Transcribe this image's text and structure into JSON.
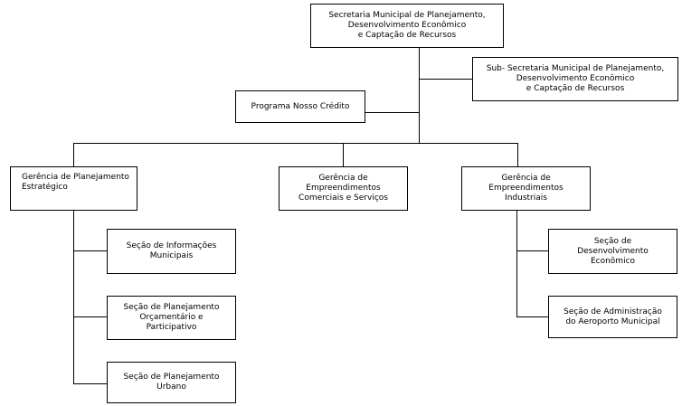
{
  "org_chart": {
    "root": "Secretaria Municipal de Planejamento,\nDesenvolvimento Econômico\ne Captação de Recursos",
    "sub_secretaria": "Sub- Secretaria Municipal de Planejamento,\nDesenvolvimento Econômico\ne Captação de Recursos",
    "programa": "Programa Nosso Crédito",
    "gerencias": [
      {
        "label": "Gerência de Planejamento\nEstratégico",
        "secoes": [
          "Seção de Informações\nMunicipais",
          "Seção de Planejamento\nOrçamentário e\nParticipativo",
          "Seção de Planejamento\nUrbano"
        ]
      },
      {
        "label": "Gerência de\nEmpreendimentos\nComerciais e Serviços",
        "secoes": []
      },
      {
        "label": "Gerência de\nEmpreendimentos\nIndustriais",
        "secoes": [
          "Seção de\nDesenvolvimento\nEconômico",
          "Seção de Administração\ndo Aeroporto Municipal"
        ]
      }
    ]
  }
}
